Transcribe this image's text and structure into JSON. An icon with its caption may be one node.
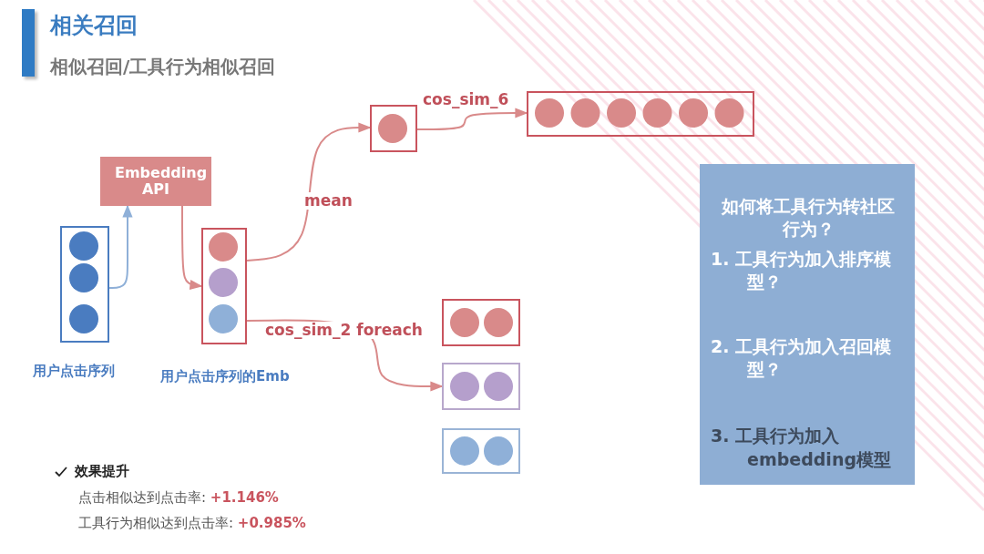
{
  "diagram": {
    "title": "相关召回",
    "nodes": [
      {
        "text": [],
        "shape": "box",
        "beside": [
          "用户点击序列"
        ]
      },
      {
        "text": [
          "Embedding API"
        ]
      },
      {
        "text": [],
        "shape": "box",
        "beside": [
          "用户点击序列的Emb"
        ]
      },
      {
        "text": [],
        "shape": "box"
      },
      {
        "text": [],
        "shape": "box"
      },
      {
        "text": [],
        "shape": "box"
      },
      {
        "text": [],
        "shape": "box"
      },
      {
        "text": [],
        "shape": "box"
      },
      {
        "text": [
          "如何将工具行为转社区行为？",
          "1. 工具行为加入排序模型？",
          "2. 工具行为加入召回模型？",
          "3. 工具行为加入embedding模型"
        ]
      }
    ],
    "edges": [
      {
        "from": 0,
        "to": 1,
        "arrow": "to",
        "color": "#8fb0d8"
      },
      {
        "from": 1,
        "to": 2,
        "arrow": "to"
      },
      {
        "from": 2,
        "to": 3,
        "arrow": "to",
        "label": "mean"
      },
      {
        "from": 3,
        "to": 4,
        "arrow": "to",
        "label": "cos_sim_6"
      },
      {
        "from": 2,
        "to": 6,
        "arrow": "to",
        "label": "cos_sim_2 foreach"
      }
    ],
    "labels": [
      "相似召回/工具行为相似召回",
      "效果提升",
      "点击相似达到点击率: **+1.146%**",
      "工具行为相似达到点击率: **+0.985%**"
    ]
  }
}
